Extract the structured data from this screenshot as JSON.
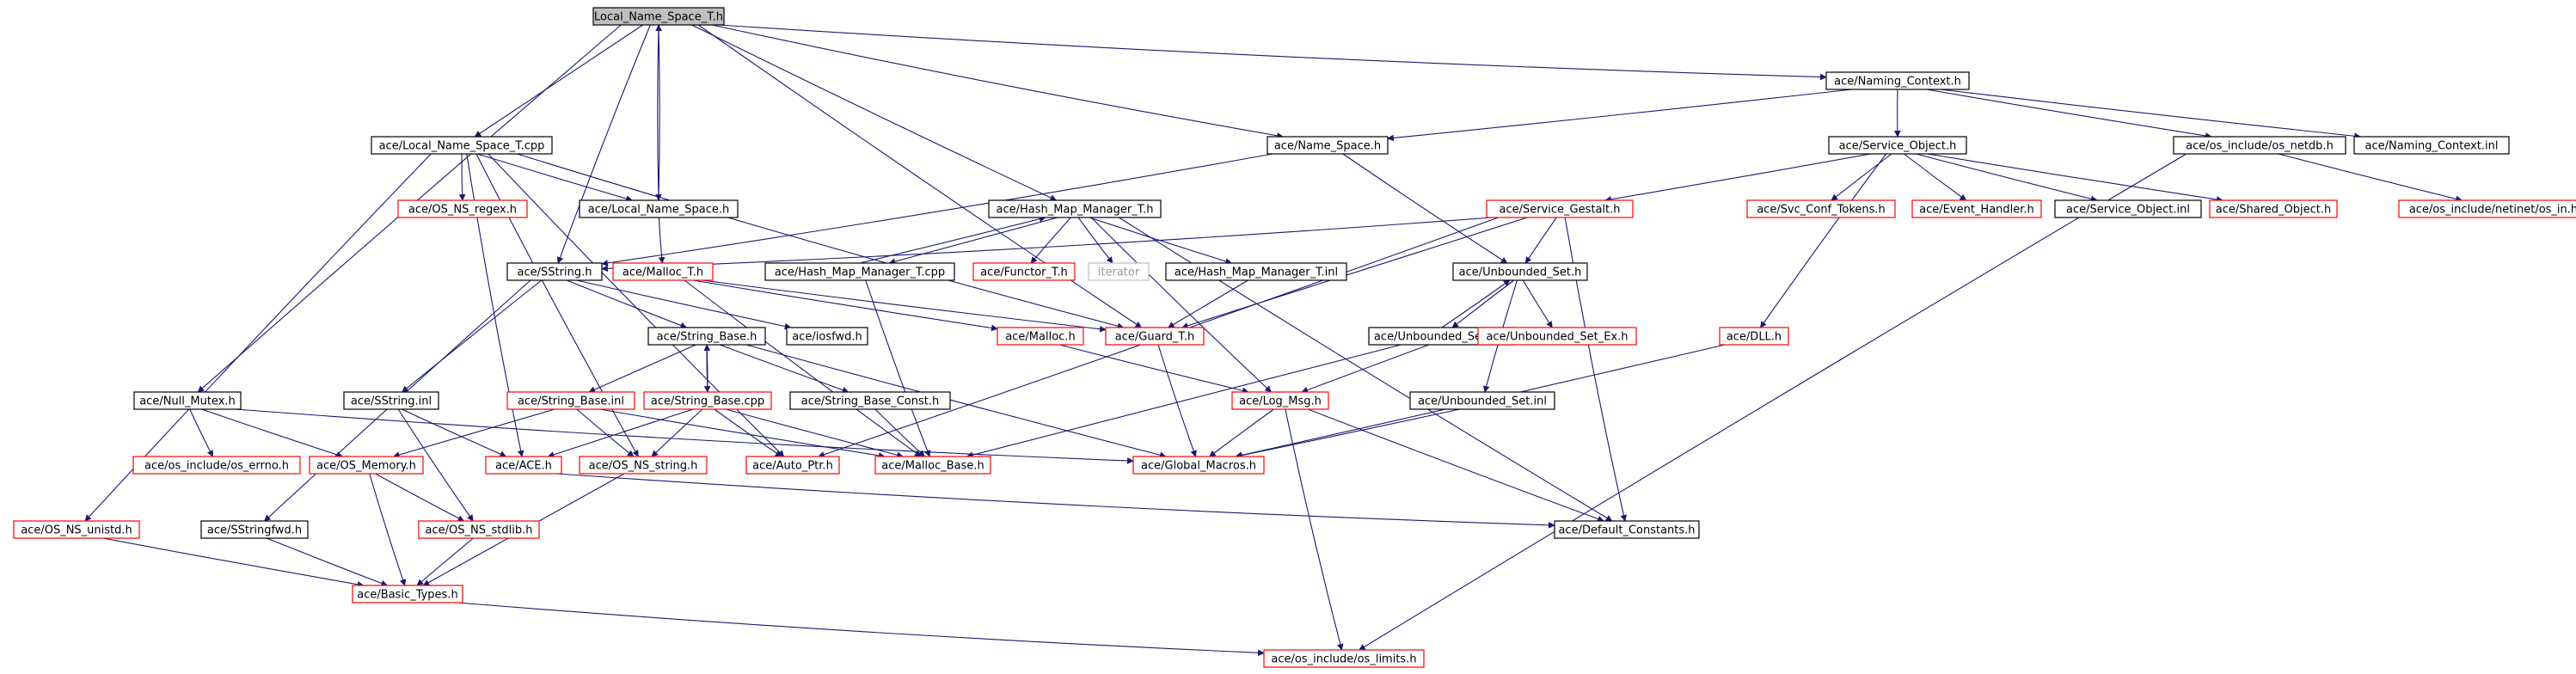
{
  "colors": {
    "edge": "#191970",
    "black_border": "#000000",
    "red_border": "#ff0000",
    "gray_border": "#bfbfbf",
    "root_fill": "#bfbfbf"
  },
  "nodes": [
    {
      "id": "local_name_space_t_h",
      "label": "Local_Name_Space_T.h",
      "style": "root"
    },
    {
      "id": "naming_context_h",
      "label": "ace/Naming_Context.h",
      "style": "black"
    },
    {
      "id": "local_name_space_t_cpp",
      "label": "ace/Local_Name_Space_T.cpp",
      "style": "black"
    },
    {
      "id": "name_space_h",
      "label": "ace/Name_Space.h",
      "style": "black"
    },
    {
      "id": "service_object_h",
      "label": "ace/Service_Object.h",
      "style": "black"
    },
    {
      "id": "os_netdb_h",
      "label": "ace/os_include/os_netdb.h",
      "style": "black"
    },
    {
      "id": "naming_context_inl",
      "label": "ace/Naming_Context.inl",
      "style": "black"
    },
    {
      "id": "os_ns_regex_h",
      "label": "ace/OS_NS_regex.h",
      "style": "red"
    },
    {
      "id": "local_name_space_h",
      "label": "ace/Local_Name_Space.h",
      "style": "black"
    },
    {
      "id": "hash_map_manager_t_h",
      "label": "ace/Hash_Map_Manager_T.h",
      "style": "black"
    },
    {
      "id": "service_gestalt_h",
      "label": "ace/Service_Gestalt.h",
      "style": "red"
    },
    {
      "id": "svc_conf_tokens_h",
      "label": "ace/Svc_Conf_Tokens.h",
      "style": "red"
    },
    {
      "id": "event_handler_h",
      "label": "ace/Event_Handler.h",
      "style": "red"
    },
    {
      "id": "service_object_inl",
      "label": "ace/Service_Object.inl",
      "style": "black"
    },
    {
      "id": "shared_object_h",
      "label": "ace/Shared_Object.h",
      "style": "red"
    },
    {
      "id": "netinet_in_h",
      "label": "ace/os_include/netinet/os_in.h",
      "style": "red"
    },
    {
      "id": "sstring_h",
      "label": "ace/SString.h",
      "style": "black"
    },
    {
      "id": "malloc_t_h",
      "label": "ace/Malloc_T.h",
      "style": "red"
    },
    {
      "id": "hash_map_manager_t_cpp",
      "label": "ace/Hash_Map_Manager_T.cpp",
      "style": "black"
    },
    {
      "id": "functor_t_h",
      "label": "ace/Functor_T.h",
      "style": "red"
    },
    {
      "id": "iterator",
      "label": "iterator",
      "style": "gray"
    },
    {
      "id": "hash_map_manager_t_inl",
      "label": "ace/Hash_Map_Manager_T.inl",
      "style": "black"
    },
    {
      "id": "unbounded_set_h",
      "label": "ace/Unbounded_Set.h",
      "style": "black"
    },
    {
      "id": "string_base_h",
      "label": "ace/String_Base.h",
      "style": "black"
    },
    {
      "id": "iosfwd_h",
      "label": "ace/iosfwd.h",
      "style": "black"
    },
    {
      "id": "malloc_h",
      "label": "ace/Malloc.h",
      "style": "red"
    },
    {
      "id": "guard_t_h",
      "label": "ace/Guard_T.h",
      "style": "red"
    },
    {
      "id": "unbounded_set_cpp",
      "label": "ace/Unbounded_Set.cpp",
      "style": "black"
    },
    {
      "id": "unbounded_set_ex_h",
      "label": "ace/Unbounded_Set_Ex.h",
      "style": "red"
    },
    {
      "id": "dll_h",
      "label": "ace/DLL.h",
      "style": "red"
    },
    {
      "id": "null_mutex_h",
      "label": "ace/Null_Mutex.h",
      "style": "black"
    },
    {
      "id": "sstring_inl",
      "label": "ace/SString.inl",
      "style": "black"
    },
    {
      "id": "string_base_inl",
      "label": "ace/String_Base.inl",
      "style": "red"
    },
    {
      "id": "string_base_cpp",
      "label": "ace/String_Base.cpp",
      "style": "red"
    },
    {
      "id": "string_base_const_h",
      "label": "ace/String_Base_Const.h",
      "style": "black"
    },
    {
      "id": "log_msg_h",
      "label": "ace/Log_Msg.h",
      "style": "red"
    },
    {
      "id": "unbounded_set_inl",
      "label": "ace/Unbounded_Set.inl",
      "style": "black"
    },
    {
      "id": "os_errno_h",
      "label": "ace/os_include/os_errno.h",
      "style": "red"
    },
    {
      "id": "os_memory_h",
      "label": "ace/OS_Memory.h",
      "style": "red"
    },
    {
      "id": "ace_h",
      "label": "ace/ACE.h",
      "style": "red"
    },
    {
      "id": "os_ns_string_h",
      "label": "ace/OS_NS_string.h",
      "style": "red"
    },
    {
      "id": "auto_ptr_h",
      "label": "ace/Auto_Ptr.h",
      "style": "red"
    },
    {
      "id": "malloc_base_h",
      "label": "ace/Malloc_Base.h",
      "style": "red"
    },
    {
      "id": "global_macros_h",
      "label": "ace/Global_Macros.h",
      "style": "red"
    },
    {
      "id": "os_ns_unistd_h",
      "label": "ace/OS_NS_unistd.h",
      "style": "red"
    },
    {
      "id": "sstringfwd_h",
      "label": "ace/SStringfwd.h",
      "style": "black"
    },
    {
      "id": "os_ns_stdlib_h",
      "label": "ace/OS_NS_stdlib.h",
      "style": "red"
    },
    {
      "id": "default_constants_h",
      "label": "ace/Default_Constants.h",
      "style": "black"
    },
    {
      "id": "basic_types_h",
      "label": "ace/Basic_Types.h",
      "style": "red"
    },
    {
      "id": "os_limits_h",
      "label": "ace/os_include/os_limits.h",
      "style": "red"
    }
  ],
  "edges": [
    [
      "local_name_space_t_h",
      "naming_context_h"
    ],
    [
      "local_name_space_t_h",
      "local_name_space_t_cpp"
    ],
    [
      "local_name_space_t_h",
      "local_name_space_h"
    ],
    [
      "local_name_space_t_h",
      "name_space_h"
    ],
    [
      "local_name_space_t_h",
      "hash_map_manager_t_h"
    ],
    [
      "local_name_space_t_h",
      "null_mutex_h"
    ],
    [
      "local_name_space_t_h",
      "sstring_h"
    ],
    [
      "local_name_space_t_h",
      "guard_t_h"
    ],
    [
      "local_name_space_h",
      "local_name_space_t_h"
    ],
    [
      "local_name_space_h",
      "malloc_t_h"
    ],
    [
      "naming_context_h",
      "name_space_h"
    ],
    [
      "naming_context_h",
      "service_object_h"
    ],
    [
      "naming_context_h",
      "os_netdb_h"
    ],
    [
      "naming_context_h",
      "naming_context_inl"
    ],
    [
      "local_name_space_t_cpp",
      "os_ns_regex_h"
    ],
    [
      "local_name_space_t_cpp",
      "local_name_space_h"
    ],
    [
      "local_name_space_t_cpp",
      "os_ns_unistd_h"
    ],
    [
      "local_name_space_t_cpp",
      "ace_h"
    ],
    [
      "local_name_space_t_cpp",
      "os_ns_string_h"
    ],
    [
      "local_name_space_t_cpp",
      "auto_ptr_h"
    ],
    [
      "local_name_space_t_cpp",
      "guard_t_h"
    ],
    [
      "name_space_h",
      "sstring_h"
    ],
    [
      "name_space_h",
      "unbounded_set_h"
    ],
    [
      "service_object_h",
      "service_gestalt_h"
    ],
    [
      "service_object_h",
      "svc_conf_tokens_h"
    ],
    [
      "service_object_h",
      "event_handler_h"
    ],
    [
      "service_object_h",
      "service_object_inl"
    ],
    [
      "service_object_h",
      "shared_object_h"
    ],
    [
      "service_object_h",
      "dll_h"
    ],
    [
      "os_netdb_h",
      "netinet_in_h"
    ],
    [
      "os_netdb_h",
      "os_limits_h"
    ],
    [
      "service_gestalt_h",
      "sstring_h"
    ],
    [
      "service_gestalt_h",
      "unbounded_set_h"
    ],
    [
      "service_gestalt_h",
      "default_constants_h"
    ],
    [
      "service_gestalt_h",
      "auto_ptr_h"
    ],
    [
      "service_gestalt_h",
      "guard_t_h"
    ],
    [
      "hash_map_manager_t_h",
      "hash_map_manager_t_cpp"
    ],
    [
      "hash_map_manager_t_h",
      "functor_t_h"
    ],
    [
      "hash_map_manager_t_h",
      "iterator"
    ],
    [
      "hash_map_manager_t_h",
      "hash_map_manager_t_inl"
    ],
    [
      "hash_map_manager_t_h",
      "log_msg_h"
    ],
    [
      "hash_map_manager_t_h",
      "default_constants_h"
    ],
    [
      "hash_map_manager_t_cpp",
      "hash_map_manager_t_h"
    ],
    [
      "hash_map_manager_t_cpp",
      "malloc_base_h"
    ],
    [
      "hash_map_manager_t_inl",
      "guard_t_h"
    ],
    [
      "sstring_h",
      "string_base_h"
    ],
    [
      "sstring_h",
      "iosfwd_h"
    ],
    [
      "sstring_h",
      "sstring_inl"
    ],
    [
      "sstring_h",
      "sstringfwd_h"
    ],
    [
      "malloc_t_h",
      "malloc_h"
    ],
    [
      "malloc_t_h",
      "guard_t_h"
    ],
    [
      "malloc_t_h",
      "malloc_base_h"
    ],
    [
      "malloc_h",
      "log_msg_h"
    ],
    [
      "guard_t_h",
      "global_macros_h"
    ],
    [
      "unbounded_set_h",
      "unbounded_set_cpp"
    ],
    [
      "unbounded_set_h",
      "unbounded_set_ex_h"
    ],
    [
      "unbounded_set_h",
      "unbounded_set_inl"
    ],
    [
      "unbounded_set_cpp",
      "unbounded_set_h"
    ],
    [
      "unbounded_set_cpp",
      "log_msg_h"
    ],
    [
      "unbounded_set_cpp",
      "malloc_base_h"
    ],
    [
      "unbounded_set_inl",
      "global_macros_h"
    ],
    [
      "dll_h",
      "global_macros_h"
    ],
    [
      "string_base_h",
      "string_base_inl"
    ],
    [
      "string_base_h",
      "string_base_cpp"
    ],
    [
      "string_base_h",
      "string_base_const_h"
    ],
    [
      "string_base_h",
      "global_macros_h"
    ],
    [
      "string_base_cpp",
      "string_base_h"
    ],
    [
      "string_base_cpp",
      "ace_h"
    ],
    [
      "string_base_cpp",
      "os_ns_string_h"
    ],
    [
      "string_base_cpp",
      "auto_ptr_h"
    ],
    [
      "string_base_cpp",
      "malloc_base_h"
    ],
    [
      "string_base_inl",
      "malloc_base_h"
    ],
    [
      "string_base_inl",
      "os_memory_h"
    ],
    [
      "string_base_inl",
      "os_ns_string_h"
    ],
    [
      "string_base_const_h",
      "malloc_base_h"
    ],
    [
      "sstring_inl",
      "ace_h"
    ],
    [
      "sstring_inl",
      "os_ns_stdlib_h"
    ],
    [
      "null_mutex_h",
      "os_errno_h"
    ],
    [
      "null_mutex_h",
      "os_memory_h"
    ],
    [
      "null_mutex_h",
      "global_macros_h"
    ],
    [
      "log_msg_h",
      "global_macros_h"
    ],
    [
      "log_msg_h",
      "default_constants_h"
    ],
    [
      "log_msg_h",
      "os_limits_h"
    ],
    [
      "os_memory_h",
      "os_ns_stdlib_h"
    ],
    [
      "os_memory_h",
      "basic_types_h"
    ],
    [
      "os_ns_stdlib_h",
      "basic_types_h"
    ],
    [
      "os_ns_string_h",
      "basic_types_h"
    ],
    [
      "ace_h",
      "default_constants_h"
    ],
    [
      "os_ns_unistd_h",
      "basic_types_h"
    ],
    [
      "sstringfwd_h",
      "basic_types_h"
    ],
    [
      "basic_types_h",
      "os_limits_h"
    ]
  ]
}
